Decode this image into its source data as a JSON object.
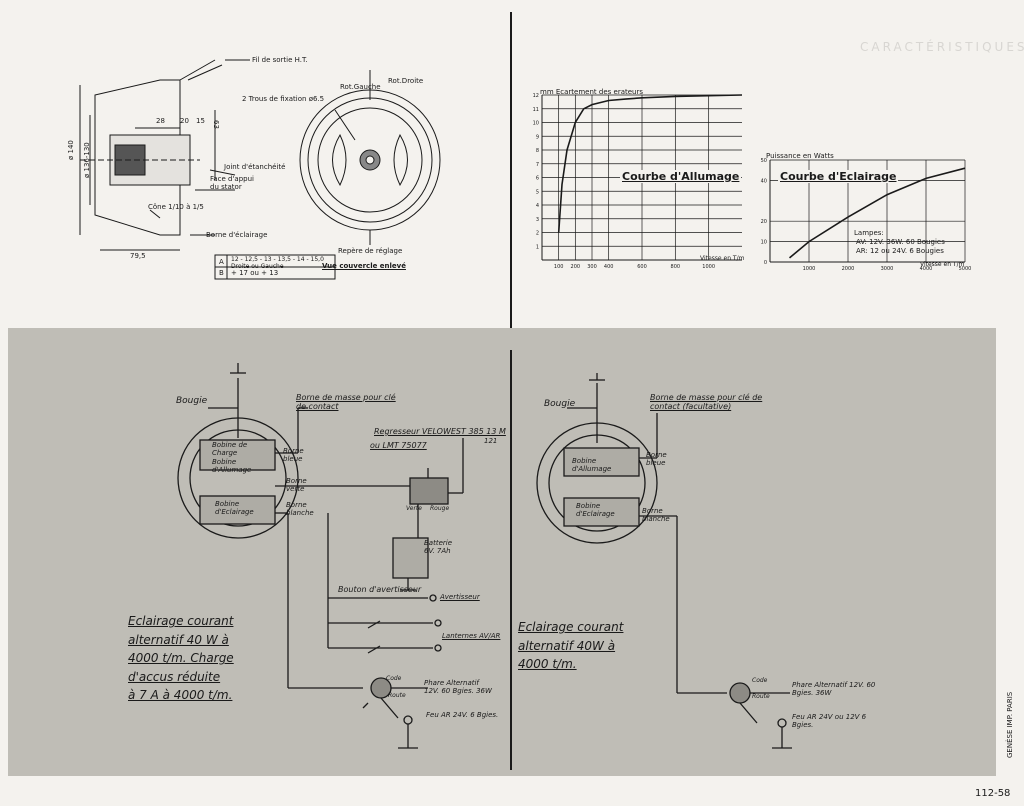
{
  "drawing": {
    "fil_sortie": "Fil de sortie H.T.",
    "trous_fixation": "2 Trous de fixation ø6.5",
    "vue": "Vue couvercle enlevé",
    "repere": "Repère de réglage",
    "borne_eclairage": "Borne d'éclairage",
    "joint": "Joint d'étanchéité",
    "cone": "Cône 1/10 à 1/5",
    "face_appui": "Face d'appui du stator",
    "rot_gauche": "Rot.Gauche",
    "rot_droite": "Rot.Droite",
    "dims": {
      "d140": "ø 140",
      "d136": "ø 136-130",
      "d28": "28",
      "d20": "20",
      "d15": "15",
      "d63": "63",
      "d79": "79,5"
    },
    "table": {
      "row_a_key": "A",
      "row_a": "12 - 12,5 - 13 - 13,5 - 14 - 15,0 Droite ou Gauche",
      "row_b_key": "B",
      "row_b": "+ 17 ou + 13"
    }
  },
  "chart_allumage": {
    "title": "Courbe d'Allumage",
    "ylabel": "mm Ecartement des erateurs",
    "xlabel": "Vitesse en T/m",
    "yticks": [
      "12",
      "11",
      "10",
      "9",
      "8",
      "7",
      "6",
      "5",
      "4",
      "3",
      "2",
      "1"
    ],
    "xticks": [
      "100",
      "200",
      "300",
      "400",
      "600",
      "800",
      "1000"
    ]
  },
  "chart_eclairage": {
    "title": "Courbe d'Eclairage",
    "ylabel": "Puissance en Watts",
    "xlabel": "Vitesse en T/m",
    "yticks": [
      "50",
      "40",
      "20",
      "10",
      "0"
    ],
    "xticks": [
      "1000",
      "2000",
      "3000",
      "4000",
      "5000"
    ],
    "lampes_title": "Lampes:",
    "lampes_1": "AV: 12V. 36W. 60 Bougies",
    "lampes_2": "AR: 12 ou 24V. 6 Bougies"
  },
  "chart_data": [
    {
      "type": "line",
      "title": "Courbe d'Allumage",
      "xlabel": "Vitesse en T/m",
      "ylabel": "mm Ecartement des erateurs",
      "x": [
        100,
        120,
        150,
        200,
        250,
        300,
        400,
        500,
        600,
        800,
        1000,
        1200
      ],
      "y": [
        2,
        5.5,
        8,
        10,
        11,
        11.3,
        11.6,
        11.7,
        11.8,
        11.9,
        11.95,
        12
      ],
      "xlim": [
        0,
        1200
      ],
      "ylim": [
        0,
        12
      ],
      "grid": true
    },
    {
      "type": "line",
      "title": "Courbe d'Eclairage",
      "xlabel": "Vitesse en T/m",
      "ylabel": "Puissance en Watts",
      "x": [
        500,
        1000,
        2000,
        3000,
        4000,
        5000
      ],
      "y": [
        2,
        10,
        22,
        33,
        41,
        46
      ],
      "xlim": [
        0,
        5000
      ],
      "ylim": [
        0,
        50
      ],
      "grid": true
    }
  ],
  "schema_left": {
    "bougie": "Bougie",
    "borne_masse": "Borne de masse pour clé de contact",
    "regresseur": "Regresseur VELOWEST 385 13 M",
    "regresseur_num": "121",
    "regresseur_alt": "ou LMT 75077",
    "bobine_charge": "Bobine de Charge",
    "bobine_allumage": "Bobine d'Allumage",
    "bobine_eclairage": "Bobine d'Eclairage",
    "borne_bleue": "Borne bleue",
    "borne_verte": "Borne verte",
    "borne_blanche": "Borne blanche",
    "verte": "Verte",
    "rouge": "Rouge",
    "batterie": "Batterie 6V. 7Ah",
    "bouton": "Bouton d'avertisseur",
    "avertisseur": "Avertisseur",
    "lanternes": "Lanternes AV/AR",
    "phare": "Phare Alternatif 12V. 60 Bgies. 36W",
    "feu": "Feu AR 24V. 6 Bgies.",
    "code": "Code",
    "route": "Route",
    "title_lines": [
      "Eclairage courant",
      "alternatif 40 W à",
      "4000 t/m. Charge",
      "d'accus réduite",
      "à 7 A à 4000 t/m."
    ]
  },
  "schema_right": {
    "bougie": "Bougie",
    "borne_masse": "Borne de masse pour clé de contact (facultative)",
    "bobine_allumage": "Bobine d'Allumage",
    "bobine_eclairage": "Bobine d'Eclairage",
    "borne_bleue": "Borne bleue",
    "borne_blanche": "Borne blanche",
    "phare": "Phare Alternatif 12V. 60 Bgies. 36W",
    "feu": "Feu AR 24V ou 12V 6 Bgies.",
    "code": "Code",
    "route": "Route",
    "title_lines": [
      "Eclairage courant",
      "alternatif 40W à",
      "4000 t/m."
    ]
  },
  "ghost_header": "CARACTÉRISTIQUES",
  "imprint": "GENÈSE IMP. PARIS",
  "page_number": "112-58",
  "colors": {
    "panel": "#bfbdb6",
    "paper": "#f4f2ee",
    "ink": "#1a1a1a"
  }
}
